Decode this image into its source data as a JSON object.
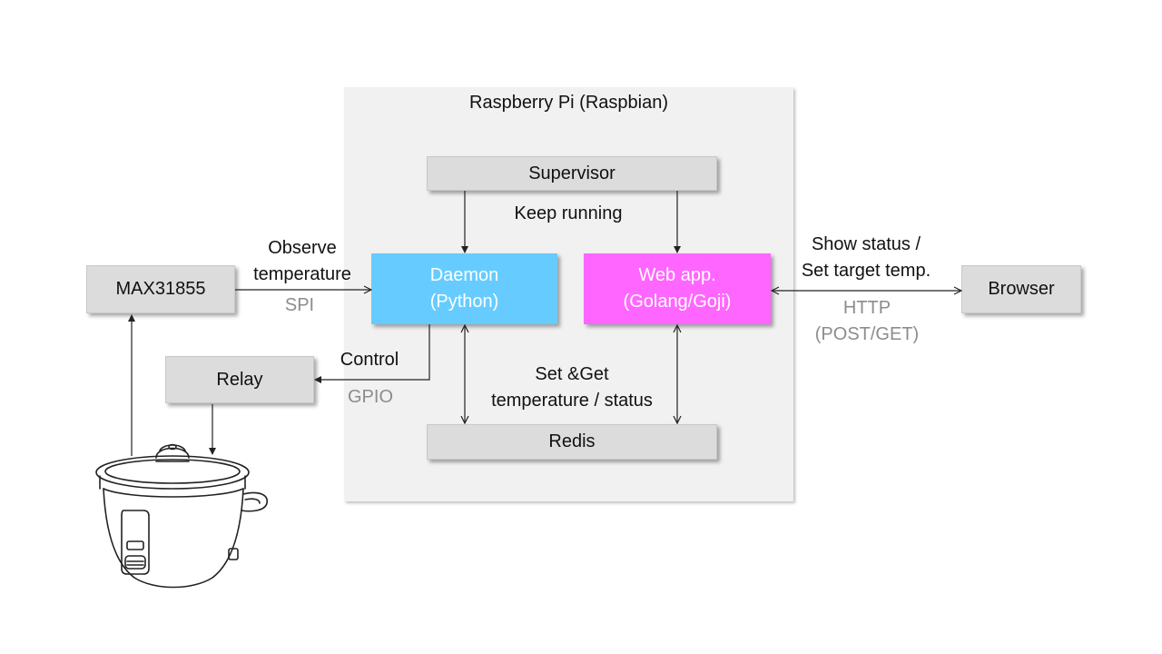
{
  "container": {
    "title": "Raspberry Pi (Raspbian)"
  },
  "nodes": {
    "supervisor": {
      "label": "Supervisor"
    },
    "daemon": {
      "line1": "Daemon",
      "line2": "(Python)"
    },
    "webapp": {
      "line1": "Web app.",
      "line2": "(Golang/Goji)"
    },
    "redis": {
      "label": "Redis"
    },
    "max31855": {
      "label": "MAX31855"
    },
    "relay": {
      "label": "Relay"
    },
    "browser": {
      "label": "Browser"
    }
  },
  "edge_labels": {
    "keep_running": "Keep running",
    "observe_line1": "Observe",
    "observe_line2": "temperature",
    "spi": "SPI",
    "control": "Control",
    "gpio": "GPIO",
    "setget_line1": "Set &Get",
    "setget_line2": "temperature / status",
    "show_line1": "Show status /",
    "show_line2": "Set target temp.",
    "http_line1": "HTTP",
    "http_line2": "(POST/GET)"
  },
  "icons": {
    "cooker": "rice-cooker-icon"
  },
  "colors": {
    "daemon": "#66ccff",
    "webapp": "#ff66ff",
    "node_gray": "#dcdcdc",
    "container": "#f1f1f1",
    "secondary_text": "#8c8c8c"
  }
}
